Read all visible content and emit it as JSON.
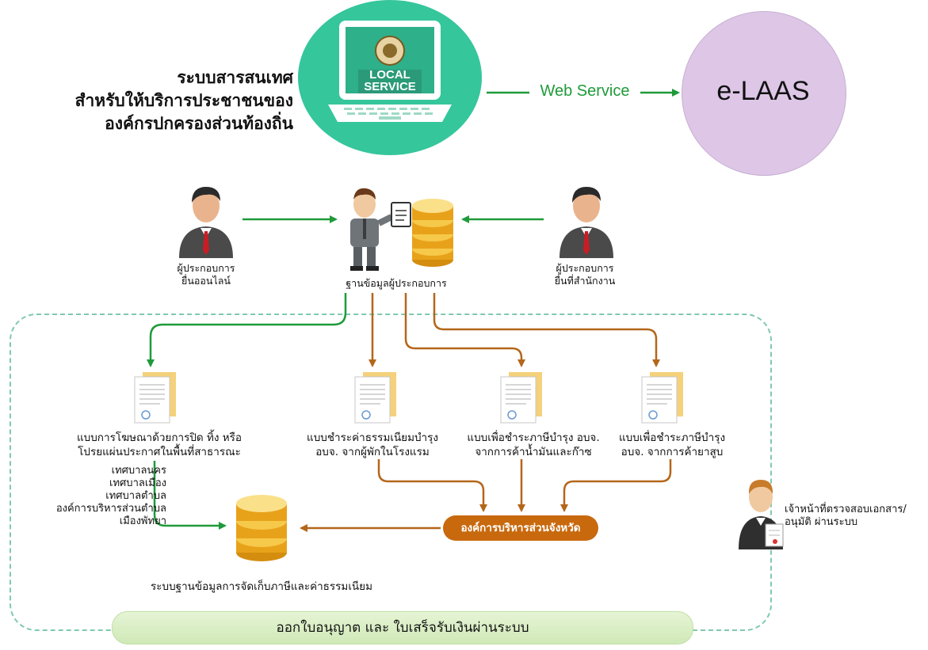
{
  "title": {
    "line1": "ระบบสารสนเทศ",
    "line2": "สำหรับให้บริการประชาชนของ",
    "line3": "องค์กรปกครองส่วนท้องถิ่น"
  },
  "laptop": {
    "screen_line1": "LOCAL",
    "screen_line2": "SERVICE"
  },
  "web_service_label": "Web Service",
  "elaas_label": "e-LAAS",
  "actors": {
    "online_line1": "ผู้ประกอบการ",
    "online_line2": "ยื่นออนไลน์",
    "office_line1": "ผู้ประกอบการ",
    "office_line2": "ยื่นที่สำนักงาน",
    "database_label": "ฐานข้อมูลผู้ประกอบการ"
  },
  "forms": [
    {
      "line1": "แบบการโฆษณาด้วยการปิด ทิ้ง หรือ",
      "line2": "โปรยแผ่นประกาศในพื้นที่สาธารณะ"
    },
    {
      "line1": "แบบชำระค่าธรรมเนียมบำรุง",
      "line2": "อบจ. จากผู้พักในโรงแรม"
    },
    {
      "line1": "แบบเพื่อชำระภาษีบำรุง อบจ.",
      "line2": "จากการค้าน้ำมันและก๊าซ"
    },
    {
      "line1": "แบบเพื่อชำระภาษีบำรุง",
      "line2": "อบจ. จากการค้ายาสูบ"
    }
  ],
  "local_units": [
    "เทศบาลนคร",
    "เทศบาลเมือง",
    "เทศบาลตำบล",
    "องค์การบริหารส่วนตำบล",
    "เมืองพัทยา"
  ],
  "provincial_org": "องค์การบริหารส่วนจังหวัด",
  "tax_db_label": "ระบบฐานข้อมูลการจัดเก็บภาษีและค่าธรรมเนียม",
  "officer": {
    "line1": "เจ้าหน้าที่ตรวจสอบเอกสาร/",
    "line2": "อนุมัติ ผ่านระบบ"
  },
  "bottom_bar": "ออกใบอนุญาต และ ใบเสร็จรับเงินผ่านระบบ",
  "colors": {
    "green_arrow": "#1f9a3a",
    "brown_arrow": "#b4661a",
    "teal": "#35c69c",
    "lilac": "#ddc6e6",
    "orange_pill": "#c8690e"
  }
}
